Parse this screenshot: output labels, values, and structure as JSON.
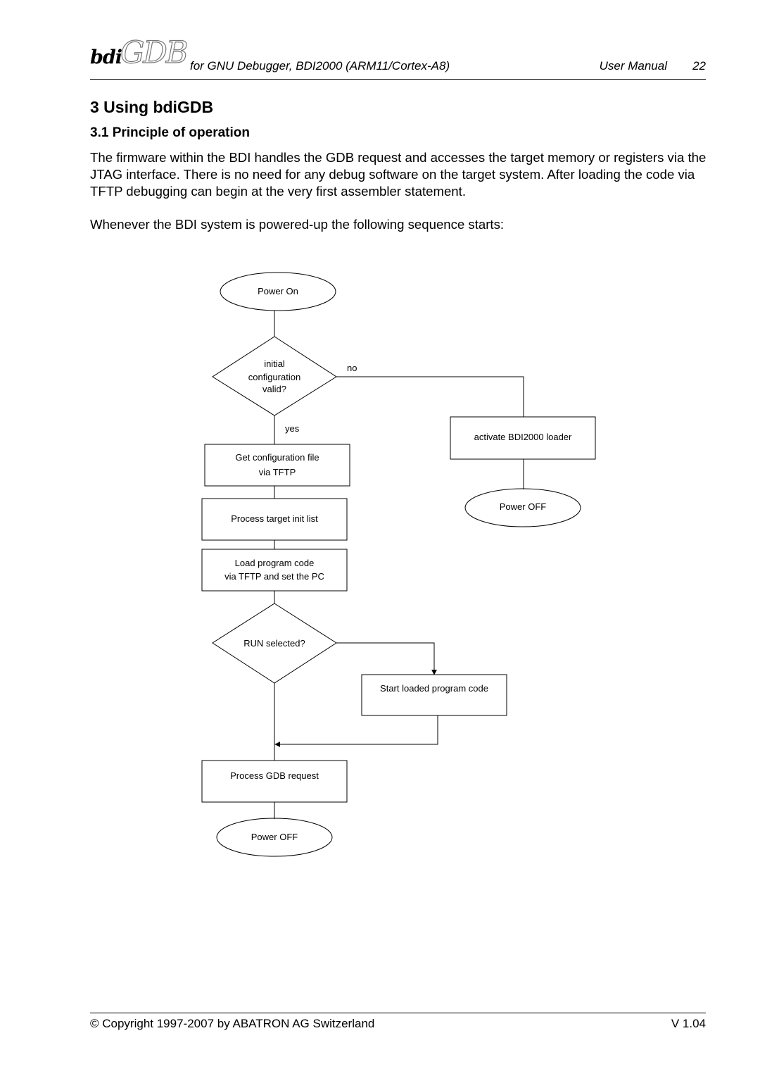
{
  "header": {
    "logo_bold": "bdi",
    "logo_outline": "GDB",
    "subtitle": "for GNU Debugger, BDI2000 (ARM11/Cortex-A8)",
    "manual": "User Manual",
    "page_number": "22"
  },
  "section": {
    "title": "3 Using bdiGDB",
    "subsection": "3.1  Principle of operation",
    "para1": "The firmware within the BDI handles the GDB request and accesses the target memory or registers via the JTAG interface. There is no need for any debug software on the target system. After loading the code via TFTP debugging can begin at the very first assembler statement.",
    "para2": "Whenever the BDI system is powered-up the following sequence starts:"
  },
  "flowchart": {
    "power_on": "Power On",
    "decision1": [
      "initial",
      "configuration",
      "valid?"
    ],
    "label_no": "no",
    "label_yes": "yes",
    "loader": "activate BDI2000 loader",
    "power_off_right": "Power OFF",
    "get_config": [
      "Get configuration file",
      "via TFTP"
    ],
    "process_init": "Process target init list",
    "load_code": [
      "Load program code",
      "via TFTP and set the PC"
    ],
    "run_selected": "RUN selected?",
    "start_code": "Start loaded program code",
    "process_gdb": "Process GDB request",
    "power_off_bottom": "Power OFF"
  },
  "footer": {
    "copyright": "© Copyright 1997-2007 by ABATRON AG Switzerland",
    "version": "V 1.04"
  }
}
